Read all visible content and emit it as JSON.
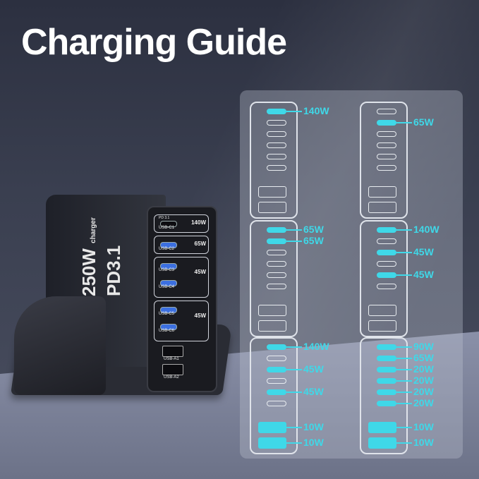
{
  "title": "Charging Guide",
  "charger": {
    "capacity": "250W",
    "standard": "PD3.1",
    "brand": "charger",
    "ports": {
      "pd_label": "PD 3.1",
      "c1_label": "USB-C1",
      "c1_watt": "140W",
      "c2_label": "USB-C2",
      "c2_watt": "65W",
      "c3_label": "USB-C3",
      "c34_watt": "45W",
      "c4_label": "USB-C4",
      "c5_label": "USB-C5",
      "c56_watt": "45W",
      "c6_label": "USB-C6",
      "a1_label": "USB-A1",
      "a2_label": "USB-A2"
    }
  },
  "guide": {
    "accent": "#3fd8e8",
    "cards": [
      {
        "active": [
          0
        ],
        "labels": [
          "140W"
        ]
      },
      {
        "active": [
          1
        ],
        "labels": [
          "65W"
        ]
      },
      {
        "active": [
          0,
          1
        ],
        "labels": [
          "65W",
          "65W"
        ]
      },
      {
        "active": [
          0,
          2,
          4
        ],
        "labels": [
          "140W",
          "45W",
          "45W"
        ]
      },
      {
        "active": [
          0,
          2,
          4,
          6,
          7
        ],
        "labels": [
          "140W",
          "45W",
          "45W",
          "10W",
          "10W"
        ]
      },
      {
        "active": [
          0,
          1,
          2,
          3,
          4,
          5,
          6,
          7
        ],
        "labels": [
          "90W",
          "65W",
          "20W",
          "20W",
          "20W",
          "20W",
          "10W",
          "10W"
        ]
      }
    ]
  }
}
